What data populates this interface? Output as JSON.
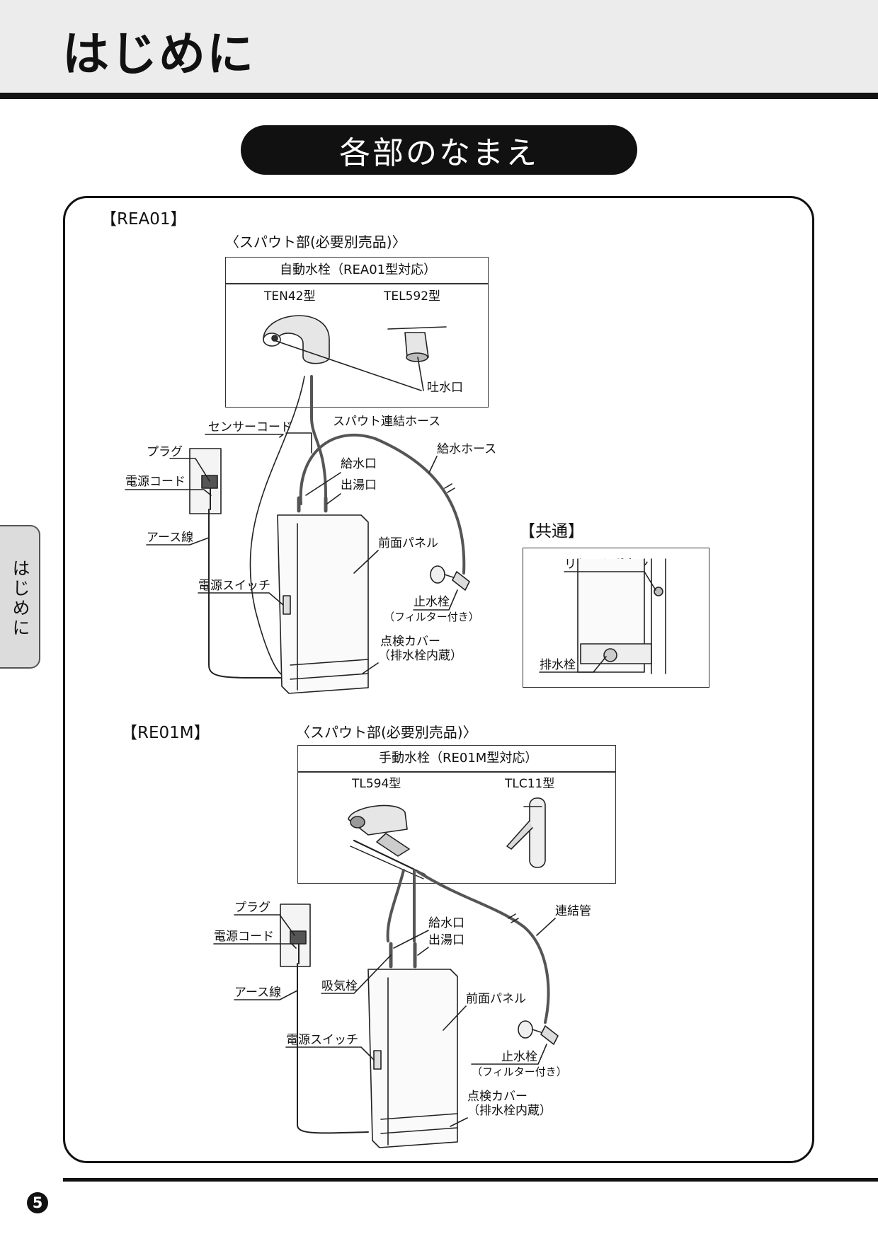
{
  "page": {
    "title": "はじめに",
    "section_title": "各部のなまえ",
    "side_tab": "はじめに",
    "page_number": "5"
  },
  "rea01": {
    "model": "【REA01】",
    "spout_heading": "〈スパウト部(必要別売品)〉",
    "faucet_box_title": "自動水栓（REA01型対応）",
    "faucet_left": "TEN42型",
    "faucet_right": "TEL592型",
    "labels": {
      "outlet": "吐水口",
      "sensor_cord": "センサーコード",
      "spout_hose": "スパウト連結ホース",
      "supply_hose": "給水ホース",
      "plug": "プラグ",
      "power_cord": "電源コード",
      "water_inlet": "給水口",
      "hot_outlet": "出湯口",
      "earth_wire": "アース線",
      "front_panel": "前面パネル",
      "power_switch": "電源スイッチ",
      "stop_valve": "止水栓",
      "stop_valve_note": "（フィルター付き）",
      "inspection_cover": "点検カバー",
      "inspection_cover_note": "（排水栓内蔵）"
    }
  },
  "common": {
    "heading": "【共通】",
    "reset_button": "リセットボタン",
    "drain_plug": "排水栓"
  },
  "re01m": {
    "model": "【RE01M】",
    "spout_heading": "〈スパウト部(必要別売品)〉",
    "faucet_box_title": "手動水栓（RE01M型対応）",
    "faucet_left": "TL594型",
    "faucet_right": "TLC11型",
    "labels": {
      "connecting_pipe": "連結管",
      "plug": "プラグ",
      "power_cord": "電源コード",
      "water_inlet": "給水口",
      "hot_outlet": "出湯口",
      "earth_wire": "アース線",
      "air_valve": "吸気栓",
      "front_panel": "前面パネル",
      "power_switch": "電源スイッチ",
      "stop_valve": "止水栓",
      "stop_valve_note": "（フィルター付き）",
      "inspection_cover": "点検カバー",
      "inspection_cover_note": "（排水栓内蔵）"
    }
  }
}
